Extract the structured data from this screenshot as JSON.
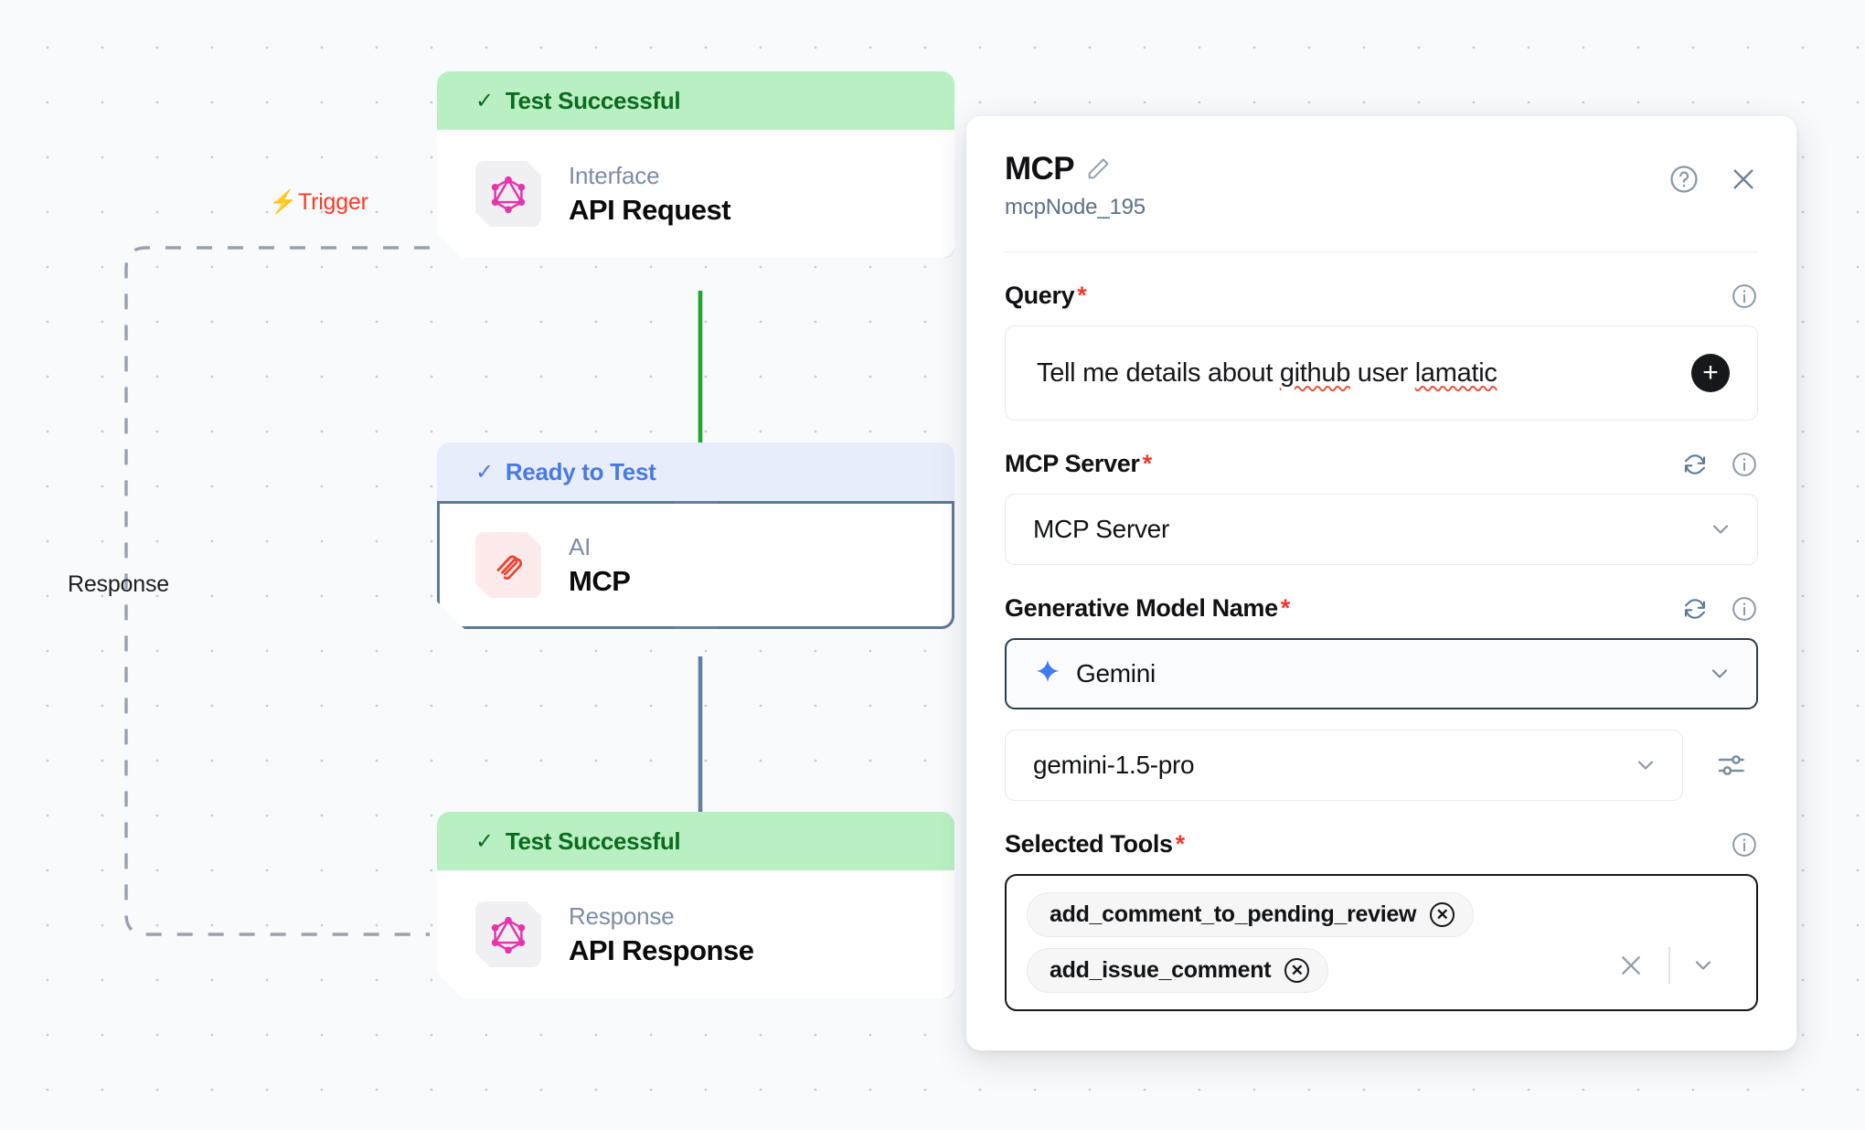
{
  "canvas": {
    "edges": [
      {
        "label": "Trigger",
        "icon": "lightning-bolt-icon",
        "color": "#f93b26",
        "style": "dashed"
      },
      {
        "label": "Response",
        "color": "#1d1d1f",
        "style": "dashed"
      }
    ],
    "nodes": [
      {
        "status": "Test Successful",
        "status_type": "success",
        "kind": "Interface",
        "title": "API Request",
        "icon": "graphql-icon"
      },
      {
        "status": "Ready to Test",
        "status_type": "ready",
        "kind": "AI",
        "title": "MCP",
        "icon": "mcp-paperclip-icon",
        "selected": true
      },
      {
        "status": "Test Successful",
        "status_type": "success",
        "kind": "Response",
        "title": "API Response",
        "icon": "graphql-icon"
      }
    ]
  },
  "panel": {
    "title": "MCP",
    "subtitle": "mcpNode_195",
    "edit_icon": "pencil-icon",
    "help_icon": "help-circle-icon",
    "close_icon": "close-icon",
    "fields": {
      "query": {
        "label": "Query",
        "required": "*",
        "info_icon": "info-icon",
        "value_parts": [
          {
            "text": "Tell me details about ",
            "spellerror": false
          },
          {
            "text": "github",
            "spellerror": true
          },
          {
            "text": " user ",
            "spellerror": false
          },
          {
            "text": "lamatic",
            "spellerror": true
          }
        ],
        "value": "Tell me details about github user lamatic",
        "add_button": "+"
      },
      "mcp_server": {
        "label": "MCP Server",
        "required": "*",
        "refresh_icon": "refresh-icon",
        "info_icon": "info-icon",
        "value": "MCP Server",
        "chevron": "chevron-down-icon"
      },
      "model_name": {
        "label": "Generative Model Name",
        "required": "*",
        "refresh_icon": "refresh-icon",
        "info_icon": "info-icon",
        "value": "Gemini",
        "provider_icon": "gemini-sparkle-icon",
        "chevron": "chevron-down-icon",
        "focused": true
      },
      "model_variant": {
        "value": "gemini-1.5-pro",
        "chevron": "chevron-down-icon",
        "settings_icon": "sliders-icon"
      },
      "selected_tools": {
        "label": "Selected Tools",
        "required": "*",
        "info_icon": "info-icon",
        "chips": [
          {
            "label": "add_comment_to_pending_review",
            "remove_icon": "circle-x-icon"
          },
          {
            "label": "add_issue_comment",
            "remove_icon": "circle-x-icon"
          }
        ],
        "clear_icon": "close-icon",
        "chevron": "chevron-down-icon"
      }
    }
  }
}
